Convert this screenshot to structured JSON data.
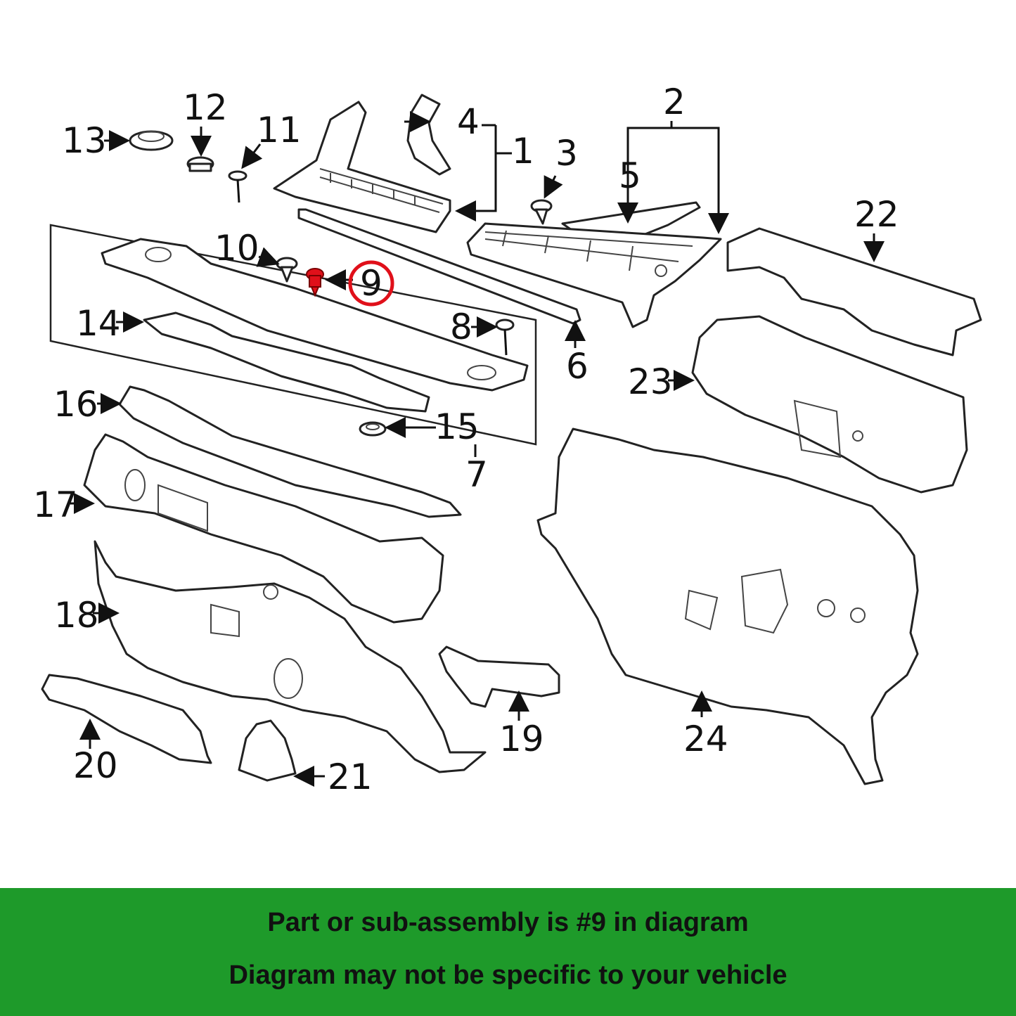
{
  "diagram": {
    "callouts": [
      "1",
      "2",
      "3",
      "4",
      "5",
      "6",
      "7",
      "8",
      "9",
      "10",
      "11",
      "12",
      "13",
      "14",
      "15",
      "16",
      "17",
      "18",
      "19",
      "20",
      "21",
      "22",
      "23",
      "24"
    ],
    "highlighted_callout": "9",
    "highlight_color": "#e0101a"
  },
  "footer": {
    "line1": "Part or sub-assembly is #9 in diagram",
    "line2": "Diagram may not be specific to your vehicle",
    "background_color": "#1e9a2a"
  }
}
